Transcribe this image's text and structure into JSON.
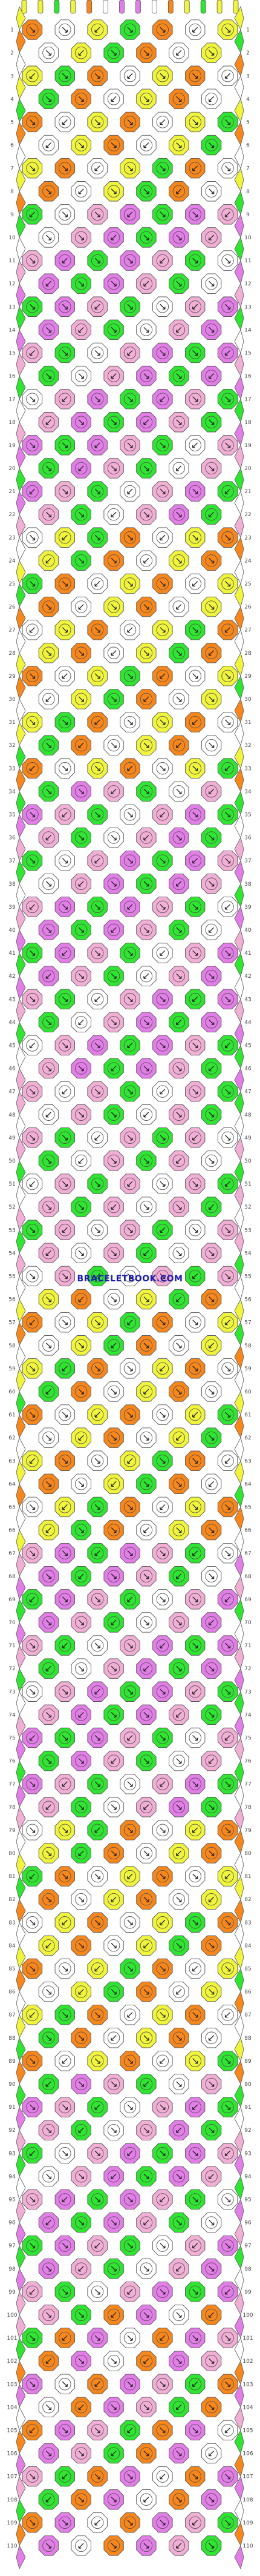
{
  "watermark": "BRACELETBOOK.COM",
  "row_count": 110,
  "colors": {
    "yellow": "#f0f53c",
    "green": "#2ee630",
    "orange": "#f8871b",
    "pink": "#f2afd6",
    "violet": "#e37de8",
    "white": "#ffffff",
    "outline": "#555555"
  },
  "strings_top": [
    "yellow",
    "yellow",
    "green",
    "yellow",
    "orange",
    "white",
    "violet",
    "violet",
    "white",
    "orange",
    "yellow",
    "green",
    "yellow",
    "yellow"
  ],
  "bands": [
    {
      "from": 1,
      "to": 8,
      "theme": "yellow-orange"
    },
    {
      "from": 9,
      "to": 22,
      "theme": "violet-pink-green"
    },
    {
      "from": 23,
      "to": 33,
      "theme": "yellow-orange"
    },
    {
      "from": 34,
      "to": 46,
      "theme": "violet-pink-green"
    },
    {
      "from": 47,
      "to": 55,
      "theme": "pink-green"
    },
    {
      "from": 56,
      "to": 66,
      "theme": "yellow-orange"
    },
    {
      "from": 67,
      "to": 78,
      "theme": "violet-pink-green"
    },
    {
      "from": 79,
      "to": 89,
      "theme": "yellow-orange"
    },
    {
      "from": 90,
      "to": 99,
      "theme": "violet-pink-green"
    },
    {
      "from": 100,
      "to": 110,
      "theme": "orange-violet"
    }
  ]
}
